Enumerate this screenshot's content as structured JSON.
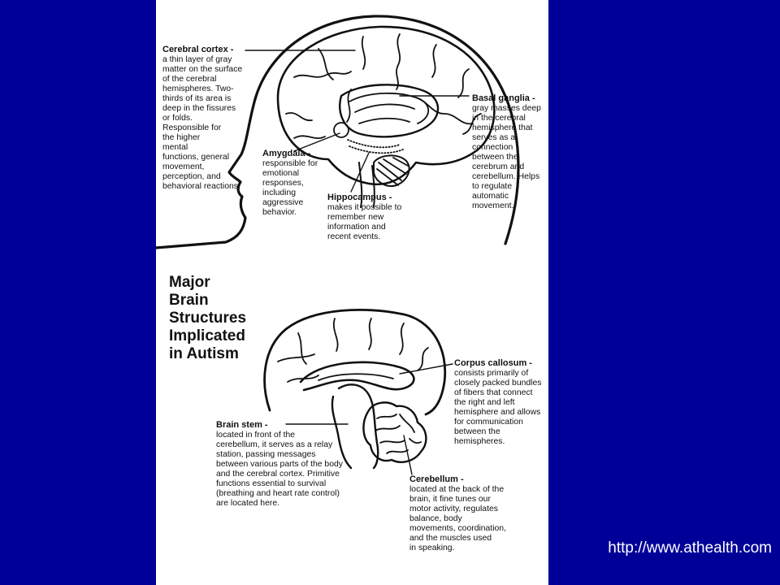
{
  "colors": {
    "background": "#000099",
    "panel": "#ffffff",
    "ink": "#111111",
    "url_text": "#ffffff"
  },
  "title": "Major\nBrain\nStructures\nImplicated\nin Autism",
  "source_url": "http://www.athealth.com",
  "labels": {
    "cerebral_cortex": {
      "heading": "Cerebral cortex -",
      "body": "a thin layer of gray\nmatter on the surface\nof the cerebral\nhemispheres. Two-\nthirds of its area is\ndeep in the fissures\nor folds.\nResponsible for\nthe higher\nmental\nfunctions, general\nmovement,\nperception, and\nbehavioral reactions."
    },
    "basal_ganglia": {
      "heading": "Basal ganglia -",
      "body": "gray masses deep\nin the cerebral\nhemisphere that\nserves as a\nconnection\nbetween the\ncerebrum and\ncerebellum. Helps\nto regulate\nautomatic\nmovement."
    },
    "amygdala": {
      "heading": "Amygdala -",
      "body": "responsible for\nemotional\nresponses,\nincluding\naggressive\nbehavior."
    },
    "hippocampus": {
      "heading": "Hippocampus -",
      "body": "makes it possible to\nremember new\ninformation and\nrecent events."
    },
    "corpus_callosum": {
      "heading": "Corpus callosum -",
      "body": "consists primarily of\nclosely packed bundles\nof fibers that connect\nthe right and left\nhemisphere and allows\nfor communication\nbetween the\nhemispheres."
    },
    "brain_stem": {
      "heading": "Brain stem -",
      "body": "located in front of the\ncerebellum, it serves as a relay\nstation, passing messages\nbetween various parts of the body\nand the cerebral cortex. Primitive\nfunctions essential to survival\n(breathing and heart rate control)\nare located here."
    },
    "cerebellum": {
      "heading": "Cerebellum -",
      "body": "located at the back of the\nbrain, it fine tunes our\nmotor activity, regulates\nbalance, body\nmovements, coordination,\nand the muscles used\nin speaking."
    }
  }
}
